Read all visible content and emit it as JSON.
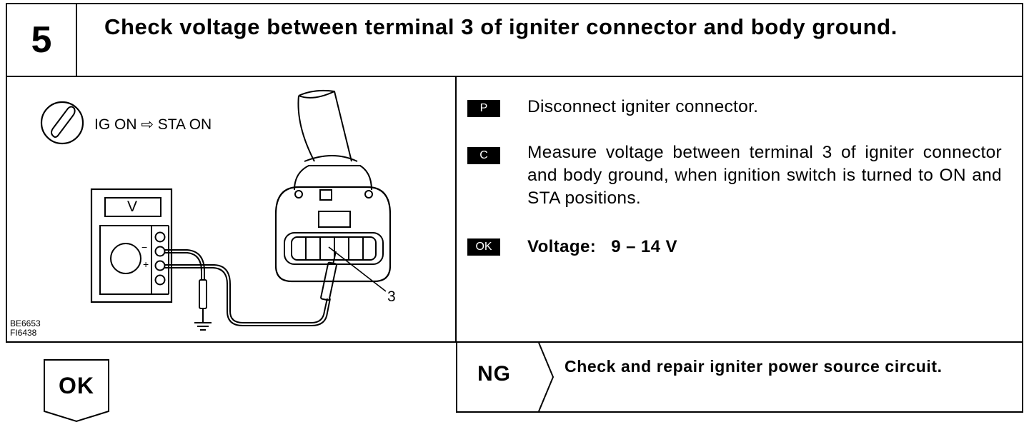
{
  "step": {
    "number": "5",
    "title": "Check voltage between terminal 3 of igniter connector and body ground."
  },
  "figure": {
    "ignition_label": "IG ON ⇨ STA ON",
    "meter_label": "V",
    "minus_sign": "−",
    "plus_sign": "+",
    "terminal_label": "3",
    "codes": [
      "BE6653",
      "FI6438"
    ],
    "icons": [
      "ignition-key-icon",
      "voltmeter-icon",
      "connector-icon",
      "ground-icon"
    ]
  },
  "instructions": [
    {
      "tag": "P",
      "text": "Disconnect igniter connector."
    },
    {
      "tag": "C",
      "text": "Measure voltage between terminal 3 of igniter connector and body ground, when ignition switch is turned to ON and STA positions."
    },
    {
      "tag": "OK",
      "text": "Voltage:   9 – 14 V"
    }
  ],
  "result": {
    "ok_label": "OK",
    "ng_label": "NG",
    "ng_action": "Check and repair igniter power source circuit."
  },
  "colors": {
    "ink": "#000000",
    "paper": "#ffffff"
  }
}
